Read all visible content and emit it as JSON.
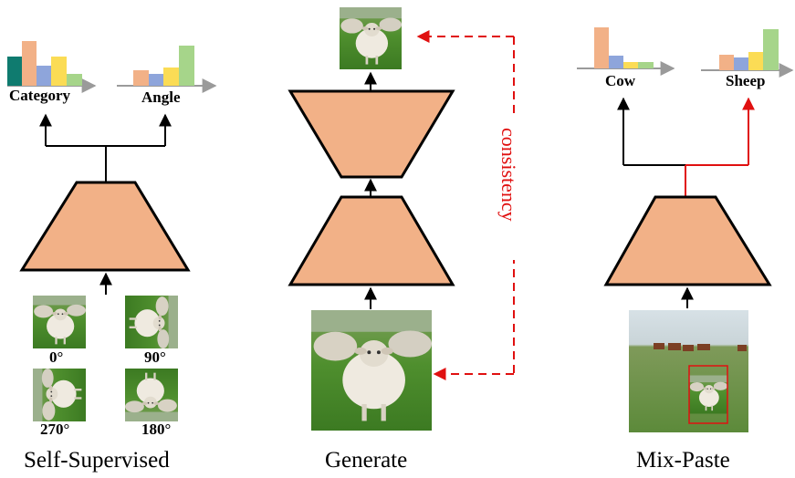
{
  "panels": {
    "self_supervised": {
      "title": "Self-Supervised",
      "head_labels": [
        "Category",
        "Angle"
      ],
      "rotation_labels": [
        "0°",
        "90°",
        "270°",
        "180°"
      ]
    },
    "generate": {
      "title": "Generate",
      "side_label": "consistency"
    },
    "mix_paste": {
      "title": "Mix-Paste",
      "head_labels": [
        "Cow",
        "Sheep"
      ]
    }
  },
  "colors": {
    "trapezoid_fill": "#f2b187",
    "outline": "#000000",
    "consistency": "#e01010",
    "mix_highlight": "#e01010",
    "axis_gray": "#9a9a9a",
    "bar_orange": "#f2b187",
    "bar_teal": "#0f7b6f",
    "bar_blue": "#8ea5db",
    "bar_yellow": "#fbdc55",
    "bar_green": "#a6d58a"
  }
}
